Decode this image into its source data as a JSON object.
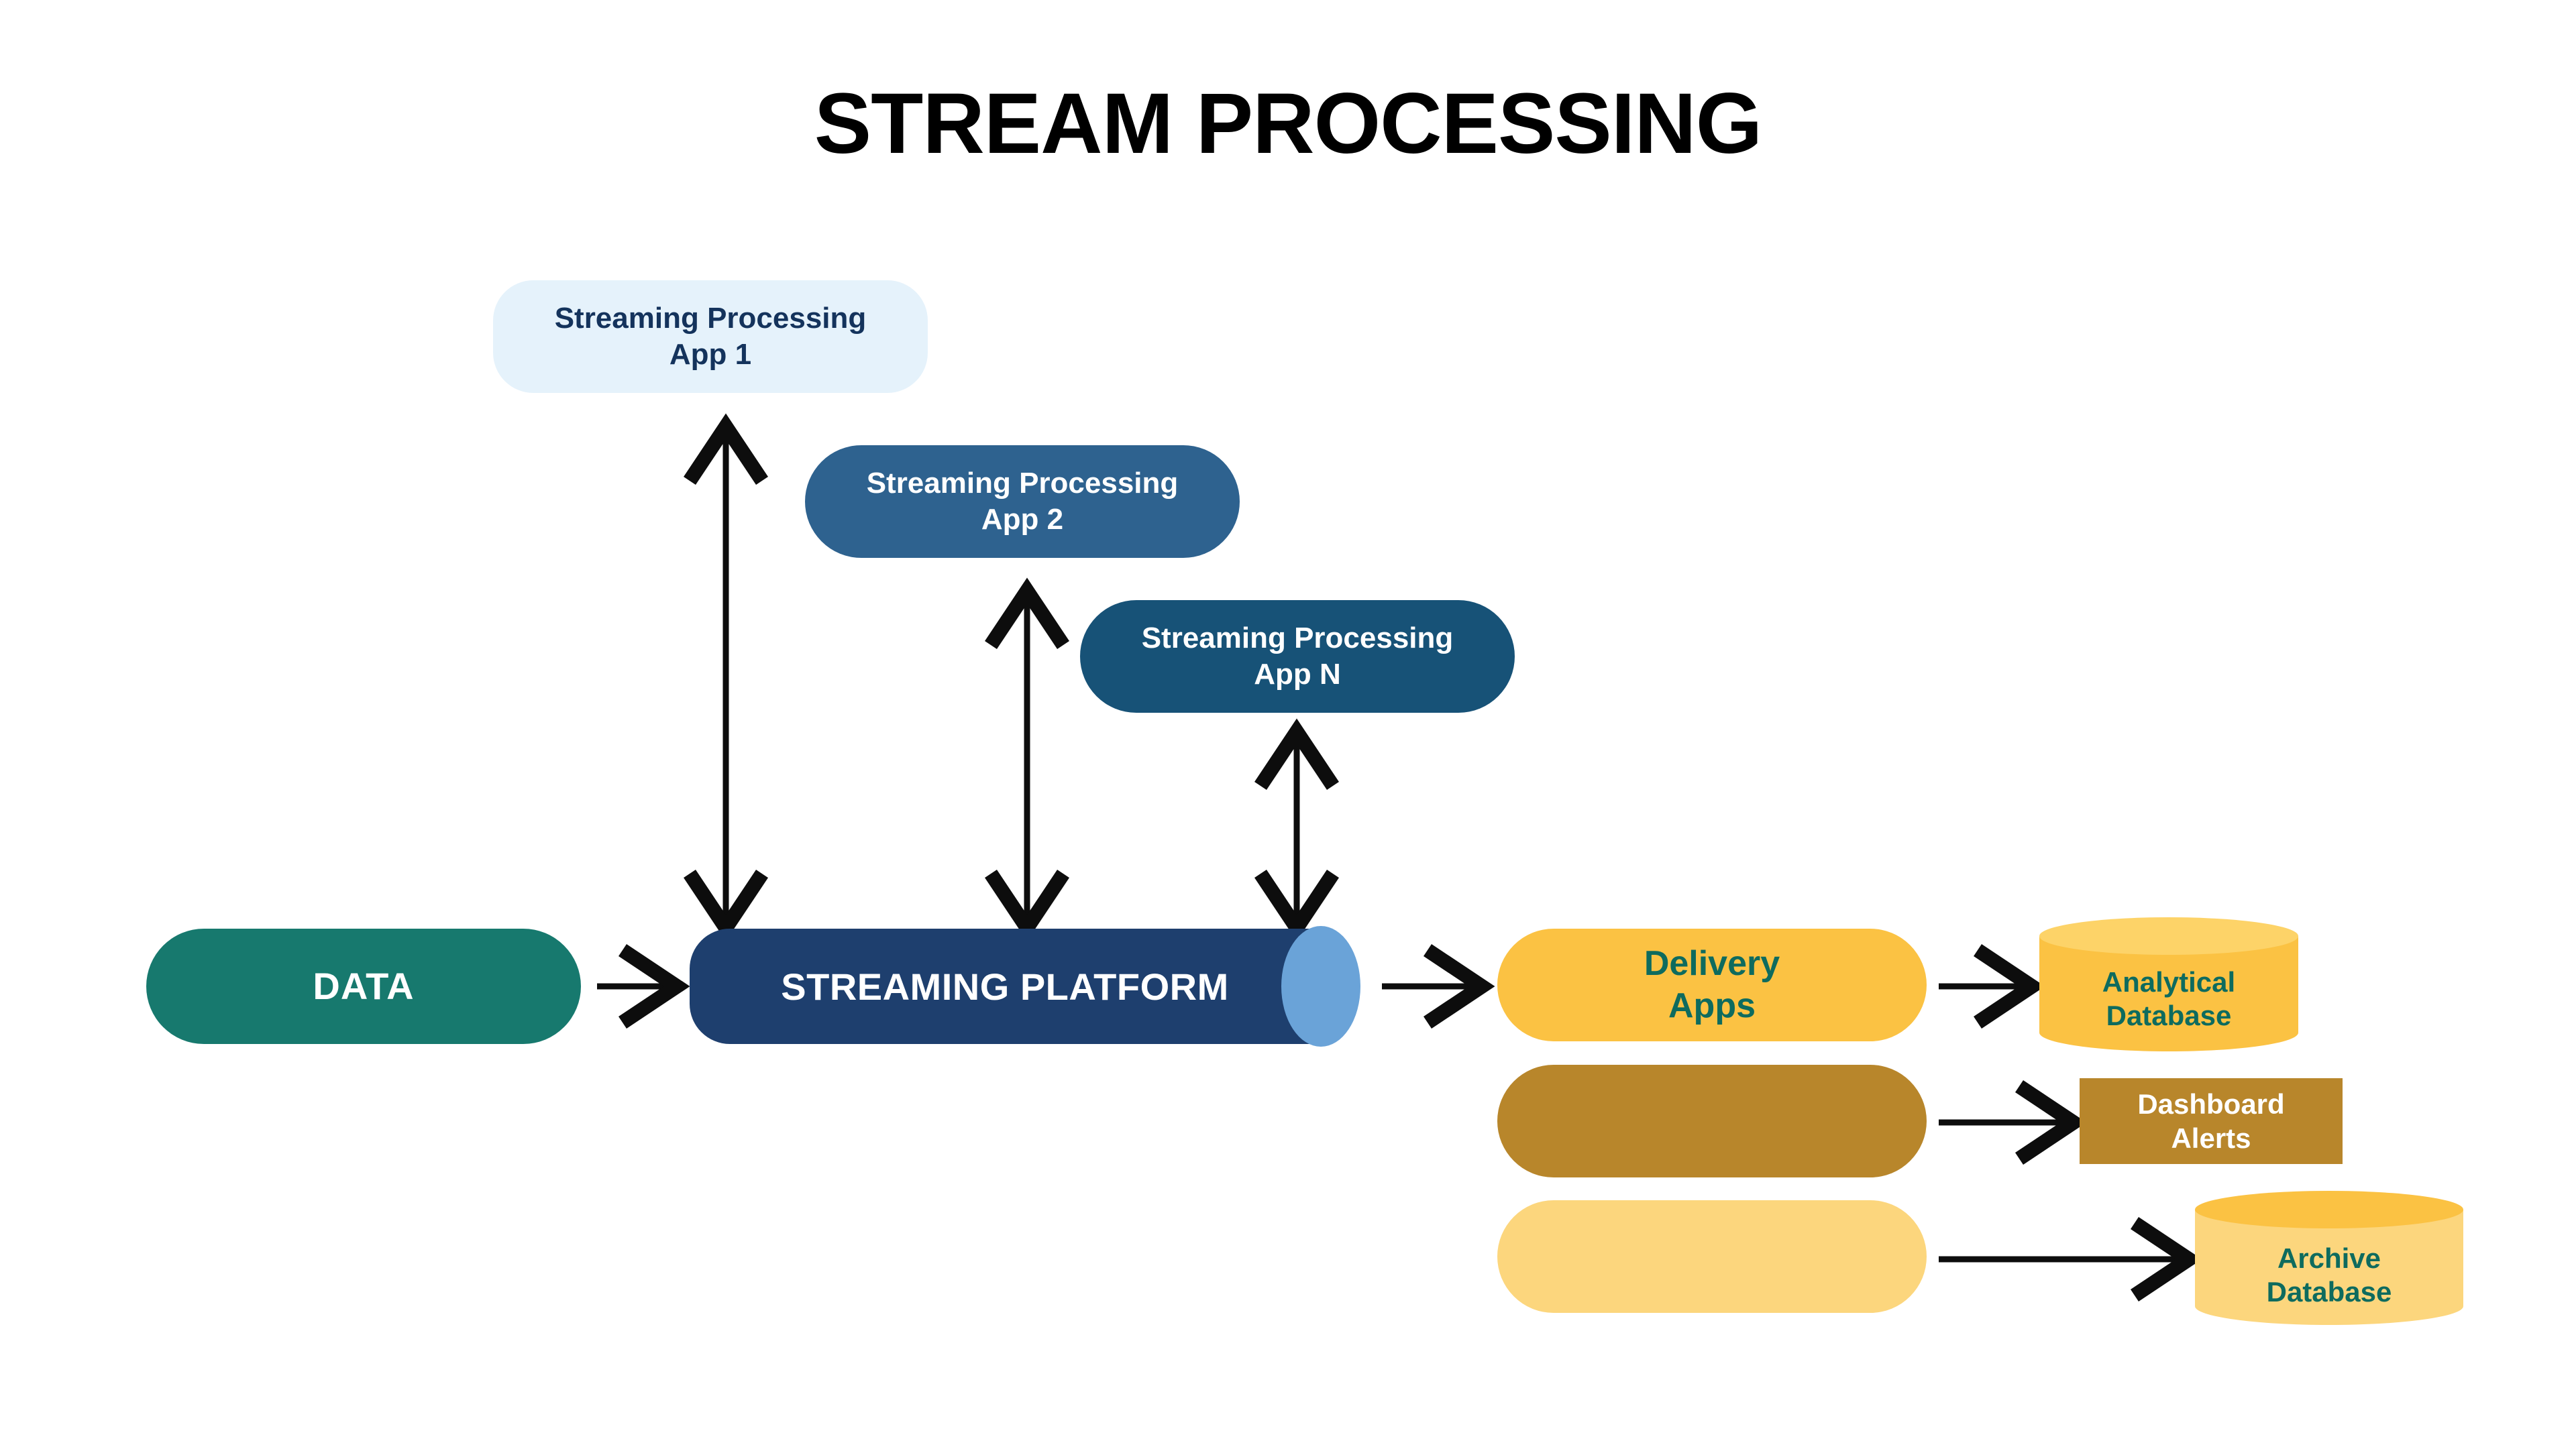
{
  "diagram": {
    "title": "STREAM PROCESSING",
    "background_color": "#ffffff",
    "nodes": {
      "app1": {
        "label_line1": "Streaming Processing",
        "label_line2": "App 1",
        "fill": "#e5f2fb",
        "text_color": "#14335c",
        "shape": "rounded-pill"
      },
      "app2": {
        "label_line1": "Streaming Processing",
        "label_line2": "App 2",
        "fill": "#2e628f",
        "text_color": "#ffffff",
        "shape": "rounded-pill"
      },
      "appN": {
        "label_line1": "Streaming Processing",
        "label_line2": "App N",
        "fill": "#175277",
        "text_color": "#ffffff",
        "shape": "rounded-pill"
      },
      "data": {
        "label": "DATA",
        "fill": "#17796e",
        "text_color": "#ffffff",
        "shape": "rounded-pill"
      },
      "platform": {
        "label": "STREAMING PLATFORM",
        "fill": "#1e3f6e",
        "cap_fill": "#6aa3d8",
        "text_color": "#ffffff",
        "shape": "cylinder"
      },
      "delivery_apps": {
        "label_line1": "Delivery",
        "label_line2": "Apps",
        "fill": "#fbc243",
        "text_color": "#0e6b5e",
        "shape": "rounded-pill"
      },
      "delivery_bar_2": {
        "label": "",
        "fill": "#b8862b",
        "shape": "rounded-pill"
      },
      "delivery_bar_3": {
        "label": "",
        "fill": "#fcd67d",
        "shape": "rounded-pill"
      },
      "analytical_database": {
        "label_line1": "Analytical",
        "label_line2": "Database",
        "fill": "#fbc243",
        "top_fill": "#fdd368",
        "text_color": "#0e6b5e",
        "shape": "cylinder-database"
      },
      "dashboard_alerts": {
        "label_line1": "Dashboard",
        "label_line2": "Alerts",
        "fill": "#b8862b",
        "text_color": "#ffffff",
        "shape": "rectangle"
      },
      "archive_database": {
        "label_line1": "Archive",
        "label_line2": "Database",
        "fill": "#fcd67d",
        "top_fill": "#fbc243",
        "text_color": "#0e6b5e",
        "shape": "cylinder-database"
      }
    },
    "connectors": [
      {
        "name": "data-to-platform",
        "from": "data",
        "to": "platform",
        "direction": "one-way",
        "orientation": "horizontal"
      },
      {
        "name": "platform-to-delivery-apps",
        "from": "platform",
        "to": "delivery_apps",
        "direction": "one-way",
        "orientation": "horizontal"
      },
      {
        "name": "platform-to-app1",
        "from": "platform",
        "to": "app1",
        "direction": "bidirectional",
        "orientation": "vertical"
      },
      {
        "name": "platform-to-app2",
        "from": "platform",
        "to": "app2",
        "direction": "bidirectional",
        "orientation": "vertical"
      },
      {
        "name": "platform-to-appN",
        "from": "platform",
        "to": "appN",
        "direction": "bidirectional",
        "orientation": "vertical"
      },
      {
        "name": "delivery-apps-to-analytical-database",
        "from": "delivery_apps",
        "to": "analytical_database",
        "direction": "one-way",
        "orientation": "horizontal"
      },
      {
        "name": "delivery-bar-2-to-dashboard-alerts",
        "from": "delivery_bar_2",
        "to": "dashboard_alerts",
        "direction": "one-way",
        "orientation": "horizontal"
      },
      {
        "name": "delivery-bar-3-to-archive-database",
        "from": "delivery_bar_3",
        "to": "archive_database",
        "direction": "one-way",
        "orientation": "horizontal"
      }
    ],
    "arrow_color": "#0d0d0d"
  }
}
